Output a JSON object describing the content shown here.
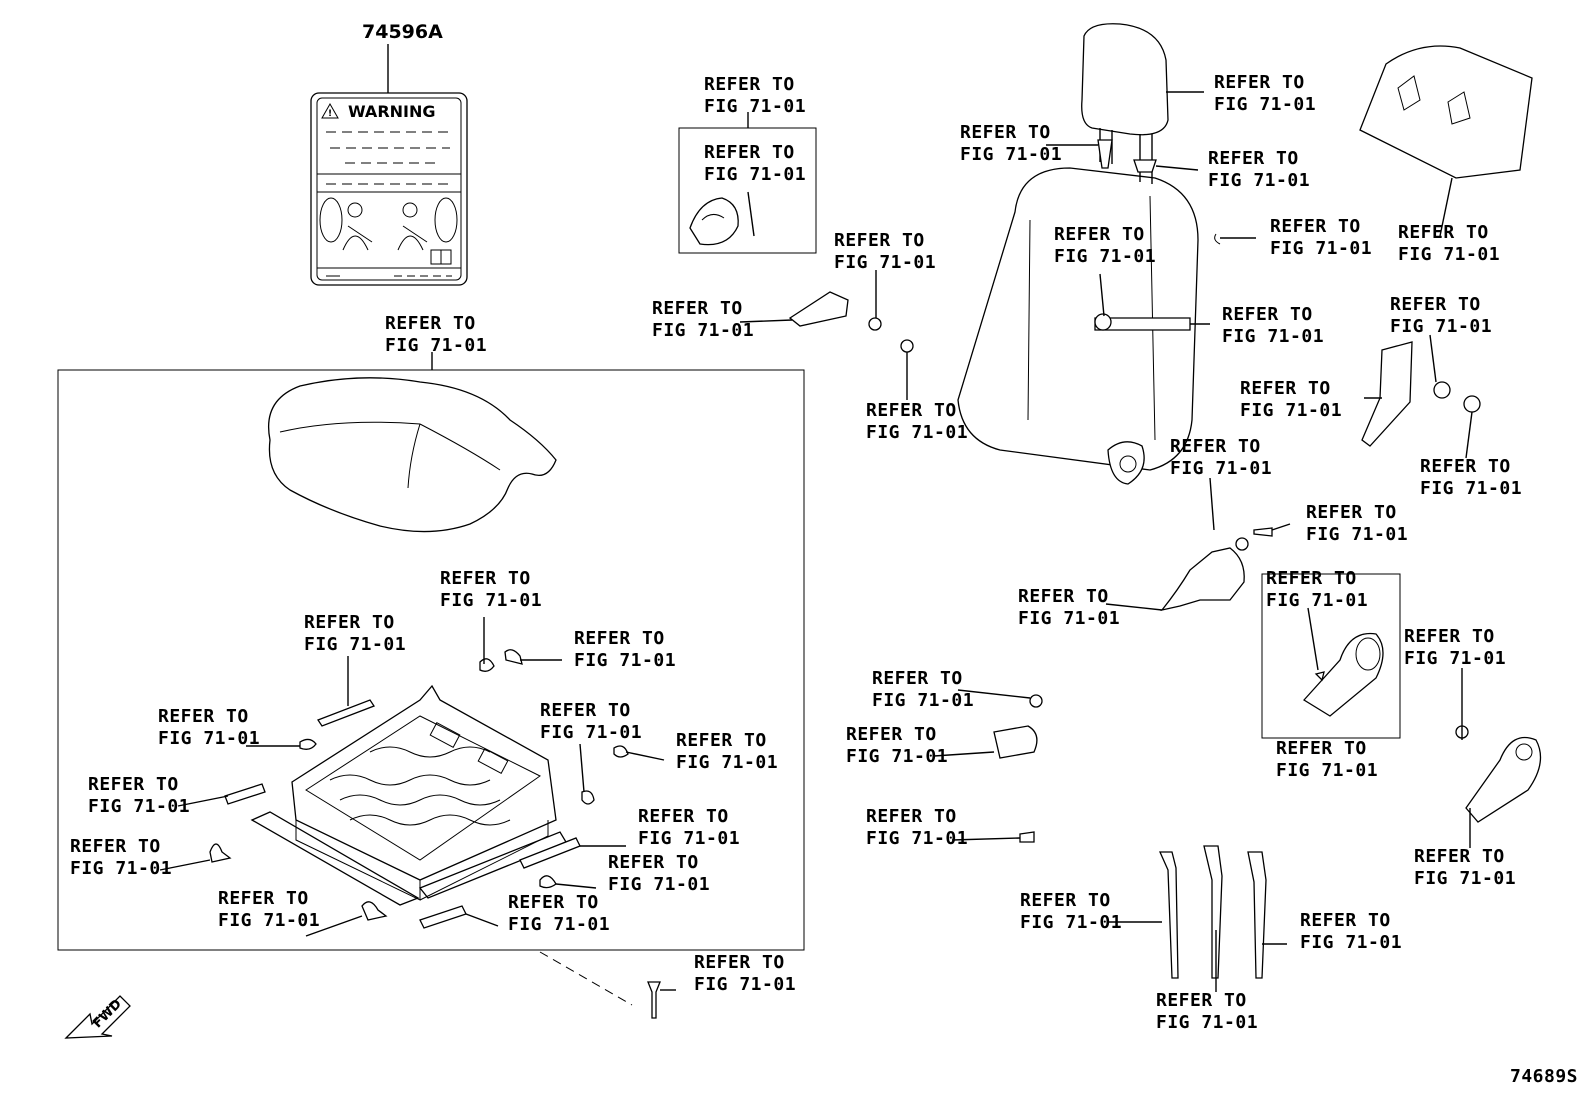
{
  "ref_text": {
    "line1": "REFER TO",
    "line2": "FIG 71-01"
  },
  "part_number": "74596A",
  "warning_label": {
    "title": "WARNING"
  },
  "fwd_arrow": "FWD",
  "figure_id": "74689S",
  "callout_count": 42
}
